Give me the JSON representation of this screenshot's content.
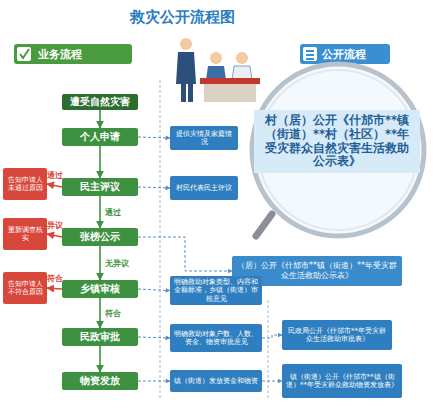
{
  "diagram": {
    "title": "救灾公开流程图",
    "nodes": [
      {
        "text": [
          "遭受自然灾害"
        ]
      },
      {
        "text": [
          "个人申请"
        ]
      },
      {
        "text": [
          "民主评议"
        ]
      },
      {
        "text": [
          "张榜公示"
        ]
      },
      {
        "text": [
          "乡镇审核"
        ]
      },
      {
        "text": [
          "民政审批"
        ]
      },
      {
        "text": [
          "物资发放"
        ]
      },
      {
        "text": [
          "告知申请人未通过原因"
        ]
      },
      {
        "text": [
          "重新调查核实"
        ]
      },
      {
        "text": [
          "告知申请人不符合原因"
        ]
      },
      {
        "text": [
          "提供灾情及家庭情况"
        ]
      },
      {
        "text": [
          "村民代表民主评议"
        ]
      },
      {
        "text": [
          "（居）公开《什邡市**镇（街道）**年受灾群众生活救助公示表》"
        ]
      },
      {
        "text": [
          "村（居）公开《什邡市**镇（街道）**村（社区）**年受灾群众自然灾害生活救助公示表》"
        ]
      },
      {
        "text": [
          "明确救助对象类型、内容和金额标准，乡镇（街道）审核意见"
        ]
      },
      {
        "text": [
          "明确救助对象户数、人数、资金、物资审批意见"
        ]
      },
      {
        "text": [
          "民政局公开《什邡市**年受灾群众生活救助审批表》"
        ]
      },
      {
        "text": [
          "镇（街道）发放资金和物资"
        ]
      },
      {
        "text": [
          "镇（街道）公开《什邡市**镇（街道）**年受灾群众救助物资发放表》"
        ]
      }
    ],
    "edges": [
      {
        "from": 0,
        "to": 1,
        "arrow": "to"
      },
      {
        "from": 1,
        "to": 2,
        "arrow": "to"
      },
      {
        "from": 2,
        "to": 3,
        "label": "通过",
        "arrow": "to"
      },
      {
        "from": 3,
        "to": 4,
        "label": "无异议",
        "arrow": "to"
      },
      {
        "from": 4,
        "to": 5,
        "label": "符合",
        "arrow": "to"
      },
      {
        "from": 5,
        "to": 6,
        "arrow": "to"
      },
      {
        "from": 2,
        "to": 7,
        "label": "未通过",
        "arrow": "to"
      },
      {
        "from": 3,
        "to": 8,
        "label": "有异议",
        "arrow": "to"
      },
      {
        "from": 4,
        "to": 9,
        "label": "不符合",
        "arrow": "to"
      },
      {
        "from": 1,
        "to": 10,
        "arrow": "to"
      },
      {
        "from": 2,
        "to": 11,
        "arrow": "to"
      },
      {
        "from": 3,
        "to": 12,
        "arrow": "to"
      },
      {
        "from": 4,
        "to": 14,
        "arrow": "to"
      },
      {
        "from": 5,
        "to": 15,
        "arrow": "to"
      },
      {
        "from": 15,
        "to": 16,
        "arrow": "to"
      },
      {
        "from": 6,
        "to": 17,
        "arrow": "to"
      },
      {
        "from": 17,
        "to": 18,
        "arrow": "to"
      }
    ],
    "labels": [
      "业务流程",
      "公开流程"
    ]
  }
}
